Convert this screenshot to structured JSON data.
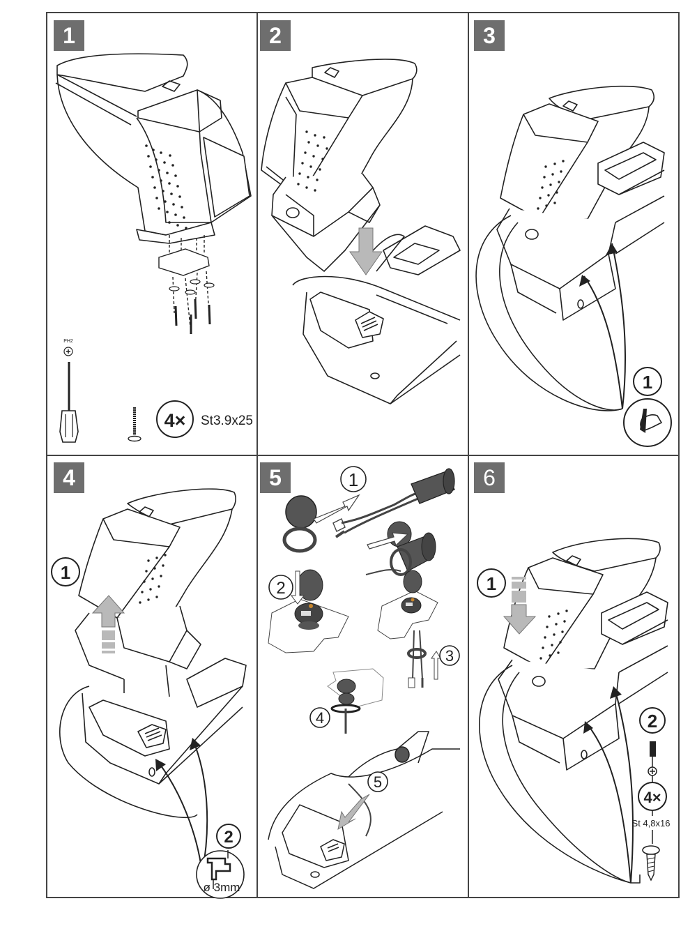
{
  "steps": [
    {
      "number": "1",
      "tool": {
        "bit_label": "PH2"
      },
      "screw": {
        "quantity": "4×",
        "spec": "St3.9x25"
      }
    },
    {
      "number": "2"
    },
    {
      "number": "3",
      "callouts": [
        {
          "label": "1",
          "icon": "hand-pen-mark-icon"
        }
      ]
    },
    {
      "number": "4",
      "callouts": [
        {
          "label": "1"
        },
        {
          "label": "2",
          "drill_size": "ø 3mm",
          "icon": "drill-icon"
        }
      ]
    },
    {
      "number": "5",
      "callouts": [
        {
          "label": "1"
        },
        {
          "label": "2"
        },
        {
          "label": "3"
        },
        {
          "label": "4"
        },
        {
          "label": "5"
        }
      ]
    },
    {
      "number": "6",
      "callouts": [
        {
          "label": "1"
        },
        {
          "label": "2",
          "quantity": "4×",
          "spec": "St 4,8x16"
        }
      ]
    }
  ],
  "colors": {
    "badge": "#6e6e6e",
    "line": "#222222",
    "arrow_fill": "#b9b9b9",
    "part_dark": "#555555"
  }
}
